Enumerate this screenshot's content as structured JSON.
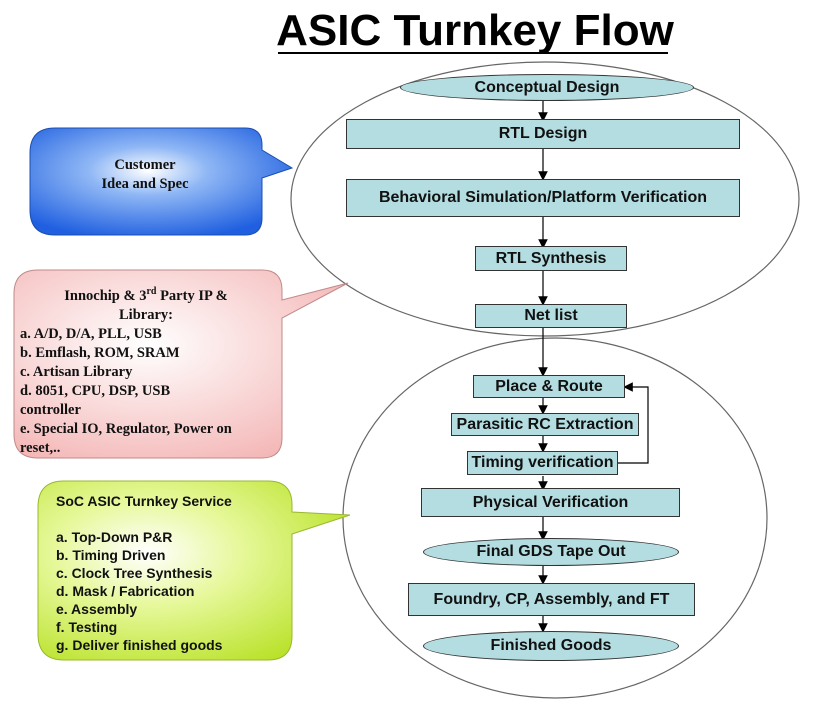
{
  "title": "ASIC Turnkey Flow",
  "flow": {
    "conceptual": "Conceptual Design",
    "rtl_design": "RTL Design",
    "behavioral": "Behavioral Simulation/Platform Verification",
    "rtl_synthesis": "RTL Synthesis",
    "netlist": "Net list",
    "place_route": "Place & Route",
    "parasitic": "Parasitic RC Extraction",
    "timing": "Timing verification",
    "physical": "Physical Verification",
    "gds": "Final GDS Tape Out",
    "foundry": "Foundry,  CP,  Assembly, and  FT",
    "finished": "Finished Goods"
  },
  "callouts": {
    "customer": {
      "line1": "Customer",
      "line2": "Idea and Spec",
      "color": "#2a6de0"
    },
    "ip": {
      "title_pre": "Innochip & 3",
      "title_sup": "rd",
      "title_post": " Party IP &",
      "title_line2": "Library:",
      "items": [
        "a. A/D, D/A, PLL, USB",
        "b. Emflash, ROM, SRAM",
        "c. Artisan Library",
        "d. 8051, CPU, DSP, USB controller",
        "e. Special IO, Regulator, Power on reset,.."
      ],
      "color": "#f7c8c8"
    },
    "soc": {
      "title": "SoC ASIC Turnkey Service",
      "items": [
        "a. Top-Down P&R",
        "b. Timing Driven",
        "c. Clock Tree Synthesis",
        "d. Mask / Fabrication",
        "e. Assembly",
        "f. Testing",
        "g. Deliver finished goods"
      ],
      "color": "#d8f060"
    }
  },
  "colors": {
    "box_fill": "#b3dde0",
    "oval_stroke": "#555555"
  }
}
